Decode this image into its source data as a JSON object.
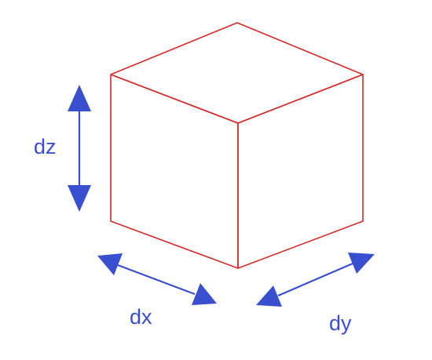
{
  "colors": {
    "cube_edge": "#d42a2a",
    "arrow": "#3a4fcf",
    "label": "#3a4fcf",
    "background": "#ffffff"
  },
  "labels": {
    "dz": "dz",
    "dx": "dx",
    "dy": "dy"
  }
}
